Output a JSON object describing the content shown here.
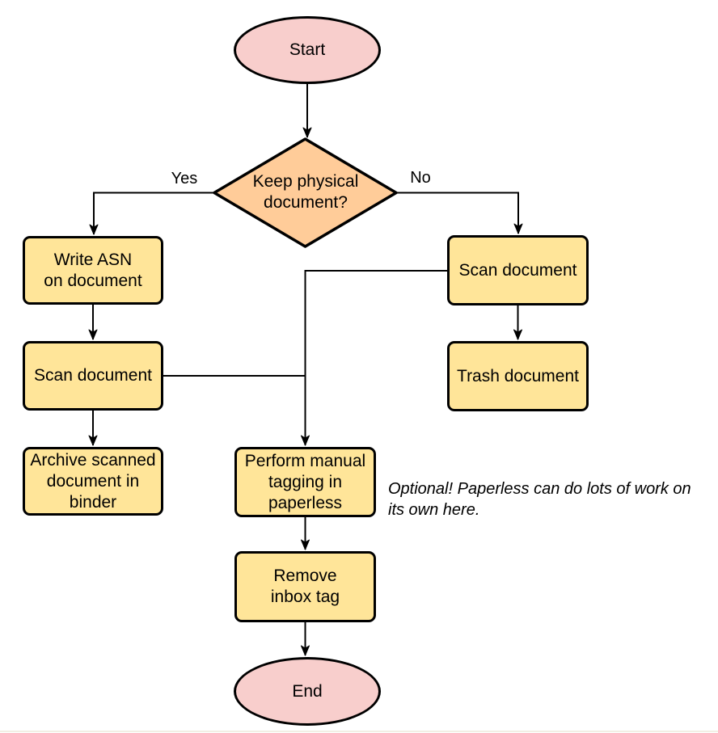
{
  "diagram": {
    "type": "flowchart",
    "nodes": {
      "start": {
        "label": "Start",
        "shape": "ellipse",
        "fill": "#F8CECC"
      },
      "decision": {
        "label": "Keep physical\ndocument?",
        "shape": "diamond",
        "fill": "#FFCC99"
      },
      "write_asn": {
        "label": "Write ASN\non document",
        "shape": "process",
        "fill": "#FFE599"
      },
      "scan_left": {
        "label": "Scan document",
        "shape": "process",
        "fill": "#FFE599"
      },
      "archive": {
        "label": "Archive scanned\ndocument in\nbinder",
        "shape": "process",
        "fill": "#FFE599"
      },
      "scan_right": {
        "label": "Scan document",
        "shape": "process",
        "fill": "#FFE599"
      },
      "trash": {
        "label": "Trash document",
        "shape": "process",
        "fill": "#FFE599"
      },
      "tagging": {
        "label": "Perform manual\ntagging in\npaperless",
        "shape": "process",
        "fill": "#FFE599"
      },
      "remove_inbox": {
        "label": "Remove\ninbox tag",
        "shape": "process",
        "fill": "#FFE599"
      },
      "end": {
        "label": "End",
        "shape": "ellipse",
        "fill": "#F8CECC"
      }
    },
    "edge_labels": {
      "yes": "Yes",
      "no": "No"
    },
    "edges": [
      {
        "from": "start",
        "to": "decision",
        "label": ""
      },
      {
        "from": "decision",
        "to": "write_asn",
        "label": "Yes"
      },
      {
        "from": "decision",
        "to": "scan_right",
        "label": "No"
      },
      {
        "from": "write_asn",
        "to": "scan_left",
        "label": ""
      },
      {
        "from": "scan_left",
        "to": "archive",
        "label": ""
      },
      {
        "from": "scan_left",
        "to": "tagging",
        "label": ""
      },
      {
        "from": "scan_right",
        "to": "trash",
        "label": ""
      },
      {
        "from": "scan_right",
        "to": "tagging",
        "label": ""
      },
      {
        "from": "tagging",
        "to": "remove_inbox",
        "label": ""
      },
      {
        "from": "remove_inbox",
        "to": "end",
        "label": ""
      }
    ],
    "annotation": "Optional! Paperless can do lots of work on\nits own here.",
    "colors": {
      "start_end_fill": "#F8CECC",
      "decision_fill": "#FFCC99",
      "process_fill": "#FFE599",
      "stroke": "#000000",
      "background": "#FFFFFF"
    }
  }
}
